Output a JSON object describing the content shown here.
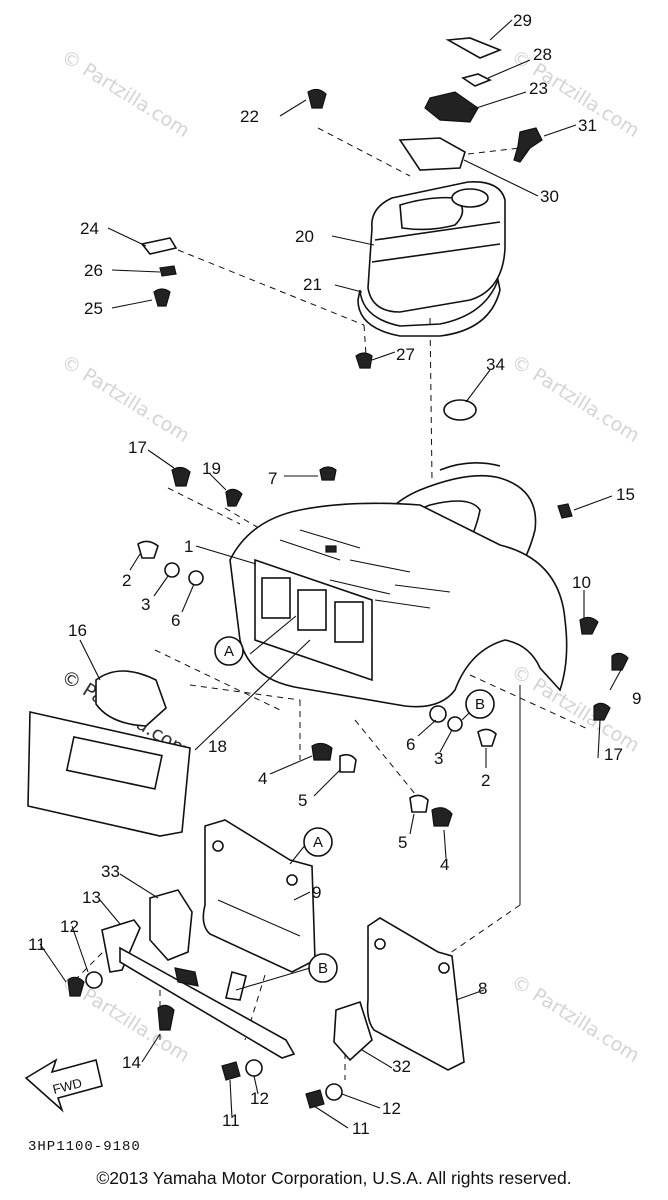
{
  "diagram": {
    "watermark": "© Partzilla.com",
    "labels": [
      "29",
      "28",
      "23",
      "22",
      "31",
      "30",
      "24",
      "20",
      "26",
      "21",
      "25",
      "27",
      "34",
      "17",
      "19",
      "7",
      "15",
      "1",
      "2",
      "3",
      "6",
      "10",
      "16",
      "A",
      "9",
      "B",
      "18",
      "6",
      "3",
      "2",
      "17",
      "4",
      "5",
      "5",
      "4",
      "A",
      "33",
      "9",
      "13",
      "12",
      "11",
      "B",
      "8",
      "14",
      "32",
      "12",
      "11",
      "12",
      "11"
    ],
    "circled": [
      "A",
      "B",
      "A",
      "B"
    ],
    "fwd": "FWD",
    "code": "3HP1100-9180"
  },
  "footer": {
    "copyright": "©2013 Yamaha Motor Corporation, U.S.A. All rights reserved."
  }
}
